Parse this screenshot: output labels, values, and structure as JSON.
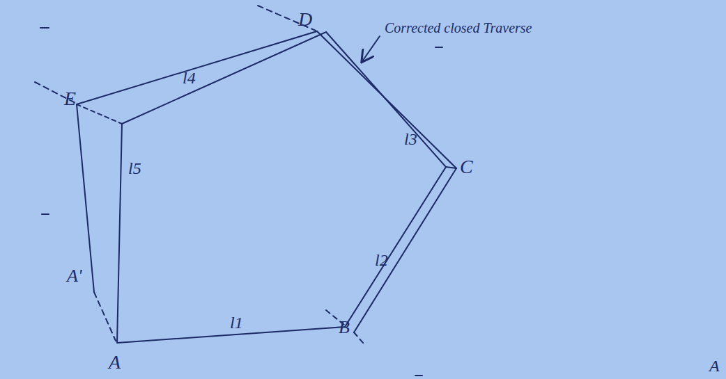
{
  "diagram": {
    "labels": [
      "D",
      "E",
      "C",
      "B",
      "A",
      "A'",
      "l1",
      "l2",
      "l3",
      "l4",
      "l5",
      "Corrected closed Traverse",
      "A"
    ]
  }
}
